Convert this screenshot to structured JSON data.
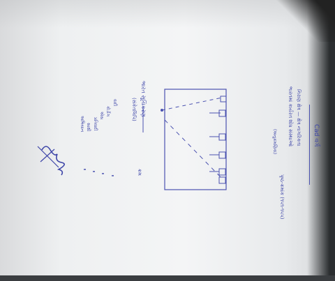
{
  "sheet": {
    "heading": "Cad વર્ગ",
    "line1": "નિરાણ ક્ષેત્ર — ક્ષેત્ર નાગરિકતા",
    "line2": "ભારતમાં કાર્યરત શોધ સંસ્થાઓ",
    "line3": "પૃષ્ઠ-ક્રમાંક (૧૫૧-૧૫૫)",
    "line4": "(અનુક્રમણિકા)",
    "legend_heading": "ભારત સૂચિકરણ",
    "legend_sub": "(સંકેતલિપિ)",
    "legend_items": [
      "વાદી",
      "કોડીંગ",
      "એસ",
      "પ્રતિવાદી",
      "સાક્ષી",
      "અભિયાન"
    ],
    "side_label": "ક્રમ",
    "signature_color": "#3d45a8"
  },
  "colors": {
    "ink": "#3d45a8",
    "paper": "#f2f3f4",
    "edge": "#2b2e30"
  }
}
